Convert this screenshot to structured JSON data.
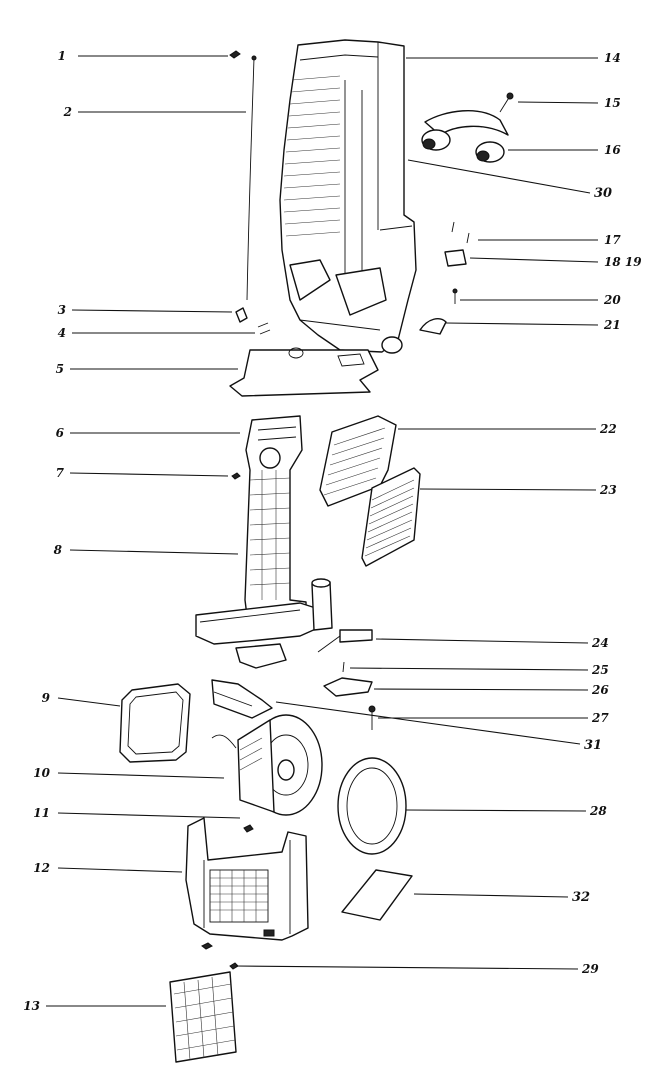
{
  "callouts": {
    "l1": "1",
    "l2": "2",
    "l3": "3",
    "l4": "4",
    "l5": "5",
    "l6": "6",
    "l7": "7",
    "l8": "8",
    "l9": "9",
    "l10": "10",
    "l11": "11",
    "l12": "12",
    "l13": "13",
    "l14": "14",
    "l15": "15",
    "l16": "16",
    "l17": "17",
    "l18_19": "18 19",
    "l20": "20",
    "l21": "21",
    "l22": "22",
    "l23": "23",
    "l24": "24",
    "l25": "25",
    "l26": "26",
    "l27": "27",
    "l28": "28",
    "l29": "29",
    "l30": "30",
    "l31": "31",
    "l32": "32"
  }
}
